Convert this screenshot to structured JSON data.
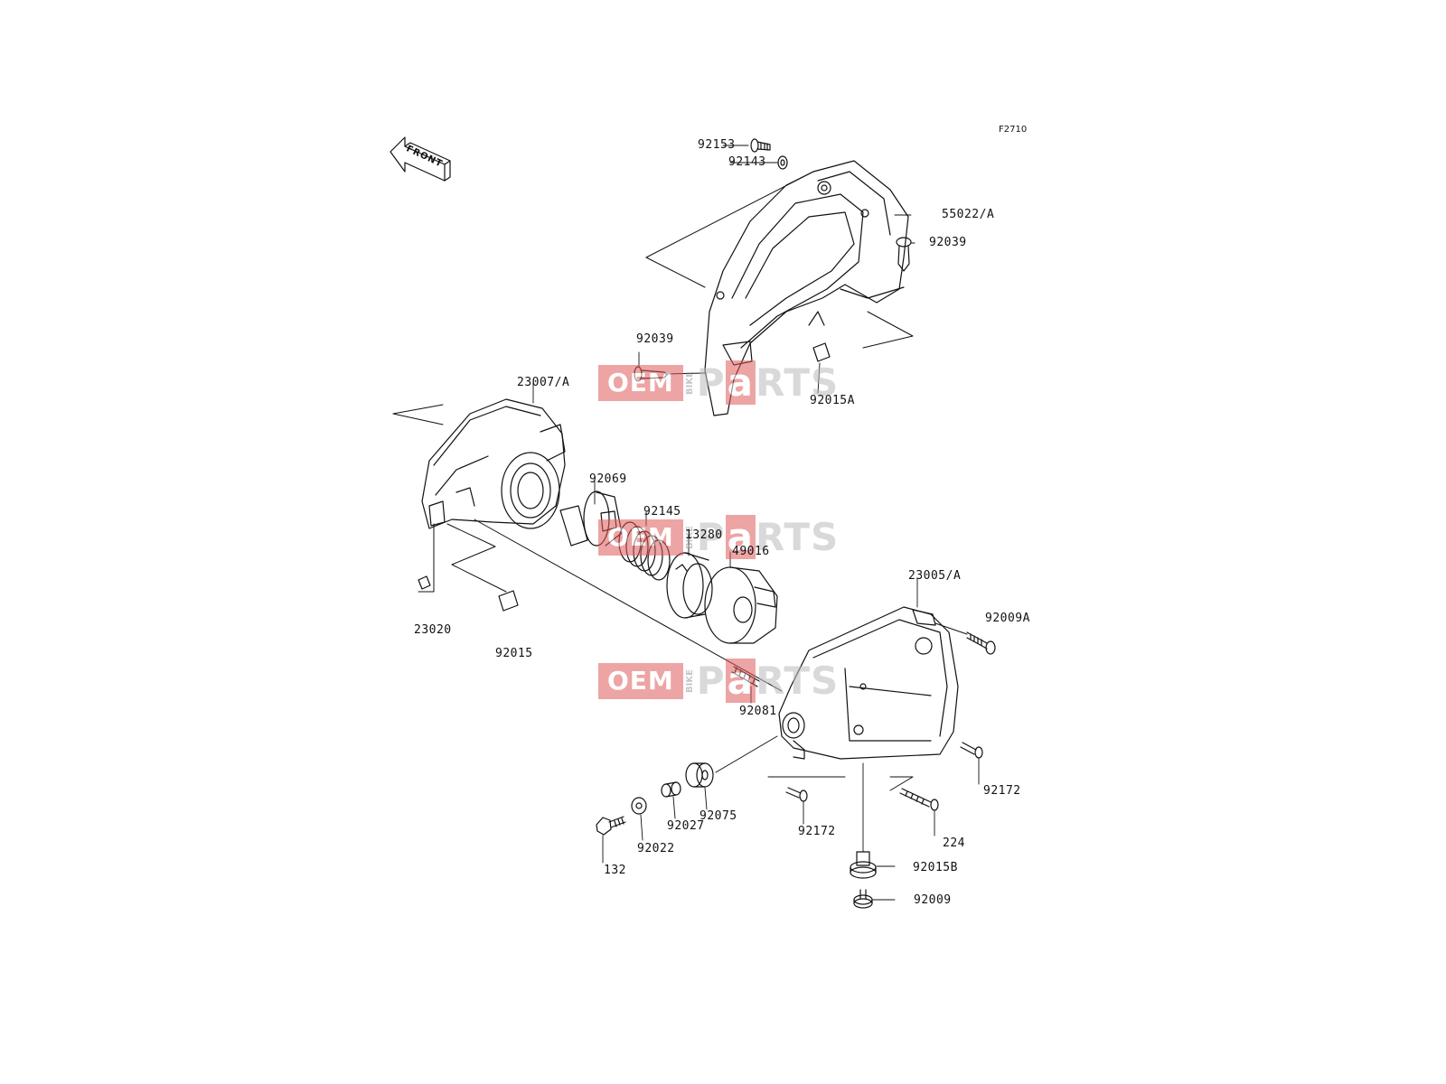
{
  "figure_id": "F2710",
  "front_label": "FRONT",
  "watermark": {
    "oem": "OEM",
    "bike": "BIKE",
    "parts": [
      "P",
      "a",
      "RTS"
    ]
  },
  "callouts": [
    {
      "id": "92153",
      "text": "92153"
    },
    {
      "id": "92143",
      "text": "92143"
    },
    {
      "id": "55022a",
      "text": "55022/A"
    },
    {
      "id": "92039r",
      "text": "92039"
    },
    {
      "id": "92039l",
      "text": "92039"
    },
    {
      "id": "92015a",
      "text": "92015A"
    },
    {
      "id": "23007a",
      "text": "23007/A"
    },
    {
      "id": "92069",
      "text": "92069"
    },
    {
      "id": "92145",
      "text": "92145"
    },
    {
      "id": "13280",
      "text": "13280"
    },
    {
      "id": "49016",
      "text": "49016"
    },
    {
      "id": "23020",
      "text": "23020"
    },
    {
      "id": "92015",
      "text": "92015"
    },
    {
      "id": "23005a",
      "text": "23005/A"
    },
    {
      "id": "92009a",
      "text": "92009A"
    },
    {
      "id": "92081",
      "text": "92081"
    },
    {
      "id": "92172r",
      "text": "92172"
    },
    {
      "id": "92172c",
      "text": "92172"
    },
    {
      "id": "224",
      "text": "224"
    },
    {
      "id": "92075",
      "text": "92075"
    },
    {
      "id": "92027",
      "text": "92027"
    },
    {
      "id": "92022",
      "text": "92022"
    },
    {
      "id": "132",
      "text": "132"
    },
    {
      "id": "92015b",
      "text": "92015B"
    },
    {
      "id": "92009",
      "text": "92009"
    }
  ]
}
